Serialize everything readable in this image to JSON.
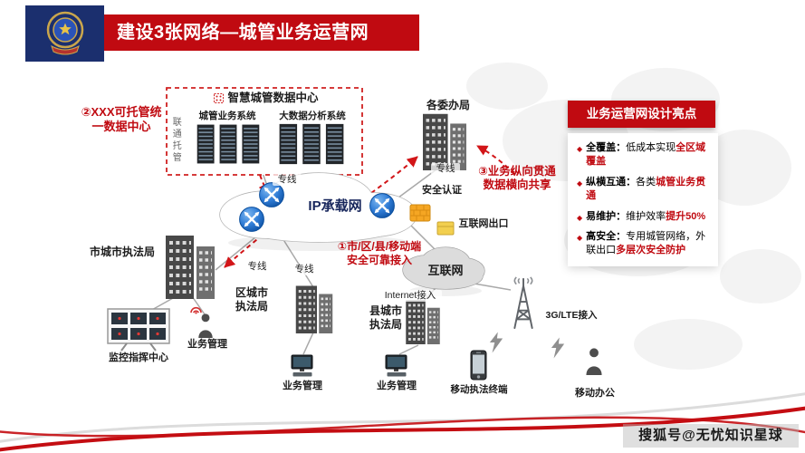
{
  "header": {
    "title": "建设3张网络—城管业务运营网"
  },
  "highlights": {
    "title": "业务运营网设计亮点",
    "items": [
      {
        "label": "全覆盖：",
        "normal": "低成本实现",
        "highlight": "全区域覆盖"
      },
      {
        "label": "纵横互通：",
        "normal": "各类",
        "highlight": "城管业务贯通"
      },
      {
        "label": "易维护：",
        "normal": "维护效率",
        "highlight": "提升50%"
      },
      {
        "label": "高安全：",
        "normal": "专用城管网络，外联出口",
        "highlight": "多层次安全防护"
      }
    ]
  },
  "datacenter": {
    "title": "智慧城管数据中心",
    "hosting_label": "联通托管",
    "system1": "城管业务系统",
    "system2": "大数据分析系统"
  },
  "notes": {
    "note1": "①市/区/县/移动端安全可靠接入",
    "note2": "②XXX可托管统一数据中心",
    "note3_line1": "③业务纵向贯通",
    "note3_line2": "数据横向共享"
  },
  "network": {
    "ip_cloud": "IP承载网",
    "internet_cloud": "互联网",
    "leased_line": "专线",
    "security_auth": "安全认证",
    "internet_exit": "互联网出口",
    "internet_access": "Internet接入",
    "lte_access": "3G/LTE接入"
  },
  "nodes": {
    "committees": "各委办局",
    "city_bureau": "市城市执法局",
    "district_bureau": "区城市执法局",
    "county_bureau": "县城市执法局",
    "monitor_center": "监控指挥中心",
    "biz_mgmt": "业务管理",
    "mobile_terminal": "移动执法终端",
    "mobile_office": "移动办公"
  },
  "watermark": "搜狐号@无忧知识星球",
  "colors": {
    "accent_red": "#c00a11",
    "navy": "#1b2f6e",
    "router_blue": "#2f7cd6"
  }
}
